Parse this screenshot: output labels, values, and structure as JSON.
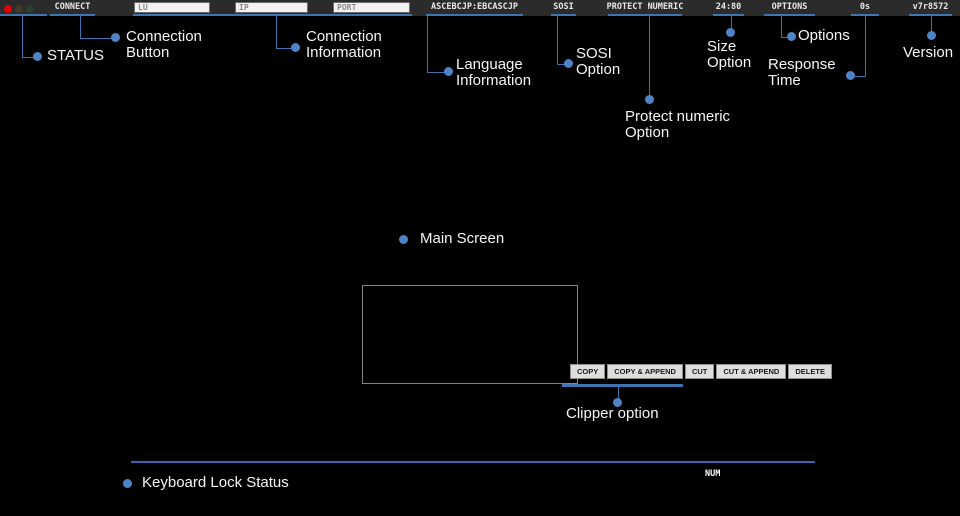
{
  "topbar": {
    "connect": "CONNECT",
    "lu_placeholder": "LU",
    "ip_placeholder": "IP",
    "port_placeholder": "PORT",
    "language": "ASCEBCJP:EBCASCJP",
    "sosi": "SOSI",
    "protect_numeric": "PROTECT NUMERIC",
    "size": "24:80",
    "options": "OPTIONS",
    "response_time": "0s",
    "version": "v7r8572"
  },
  "callouts": {
    "status": "STATUS",
    "connection_button": "Connection Button",
    "connection_information": "Connection Information",
    "language_information": "Language Information",
    "sosi_option": "SOSI Option",
    "protect_numeric_option": "Protect numeric Option",
    "size_option": "Size Option",
    "options": "Options",
    "response_time": "Response Time",
    "version": "Version",
    "main_screen": "Main Screen",
    "clipper_option": "Clipper option",
    "keyboard_lock_status": "Keyboard Lock Status"
  },
  "clipper": {
    "items": [
      "COPY",
      "COPY & APPEND",
      "CUT",
      "CUT & APPEND",
      "DELETE"
    ]
  },
  "statusbar": {
    "num": "NUM"
  },
  "colors": {
    "callout_line": "#3e74b0",
    "callout_dot": "#5083c6",
    "status_line": "#3f62b5",
    "topbar_bg": "#2b2b2b",
    "close_dot": "#e00000",
    "dim_dot_1": "#3f3825",
    "dim_dot_2": "#2a3f2e"
  }
}
